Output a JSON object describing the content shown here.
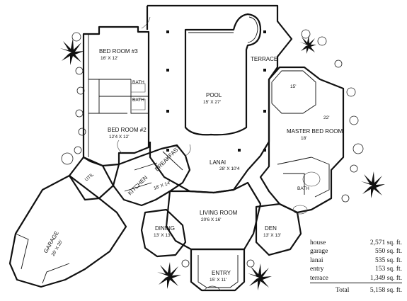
{
  "rooms": {
    "bedroom3": {
      "name": "BED ROOM #3",
      "dims": "16' X 12'"
    },
    "bedroom2": {
      "name": "BED ROOM #2",
      "dims": "12'4 X 12'"
    },
    "pool": {
      "name": "POOL",
      "dims": "15' X 27'"
    },
    "terrace": {
      "name": "TERRACE"
    },
    "lanai": {
      "name": "LANAI",
      "dims": "28' X 10'4"
    },
    "master": {
      "name": "MASTER BED ROOM",
      "dims": "18'",
      "dim_side": "22'",
      "dim_bay": "15'"
    },
    "breakfast": {
      "name": "BREAKFAST"
    },
    "kitchen": {
      "name": "KITCHEN",
      "dims": "18' X 14'"
    },
    "living": {
      "name": "LIVING ROOM",
      "dims": "20'6 X 16'"
    },
    "dining": {
      "name": "DINING",
      "dims": "13' X 13'"
    },
    "den": {
      "name": "DEN",
      "dims": "13' X 13'"
    },
    "garage": {
      "name": "GARAGE",
      "dims": "26' X 25'"
    },
    "entry": {
      "name": "ENTRY",
      "dims": "15' X 11'"
    },
    "bath1": {
      "name": "BATH"
    },
    "bath2": {
      "name": "BATH"
    },
    "bath_master": {
      "name": "BATH"
    },
    "util": {
      "name": "UTIL"
    }
  },
  "areas": [
    {
      "label": "house",
      "value": "2,571 sq. ft."
    },
    {
      "label": "garage",
      "value": "550 sq. ft."
    },
    {
      "label": "lanai",
      "value": "535 sq. ft."
    },
    {
      "label": "entry",
      "value": "153 sq. ft."
    },
    {
      "label": "terrace",
      "value": "1,349 sq. ft."
    }
  ],
  "total": {
    "label": "Total",
    "value": "5,158 sq. ft."
  }
}
